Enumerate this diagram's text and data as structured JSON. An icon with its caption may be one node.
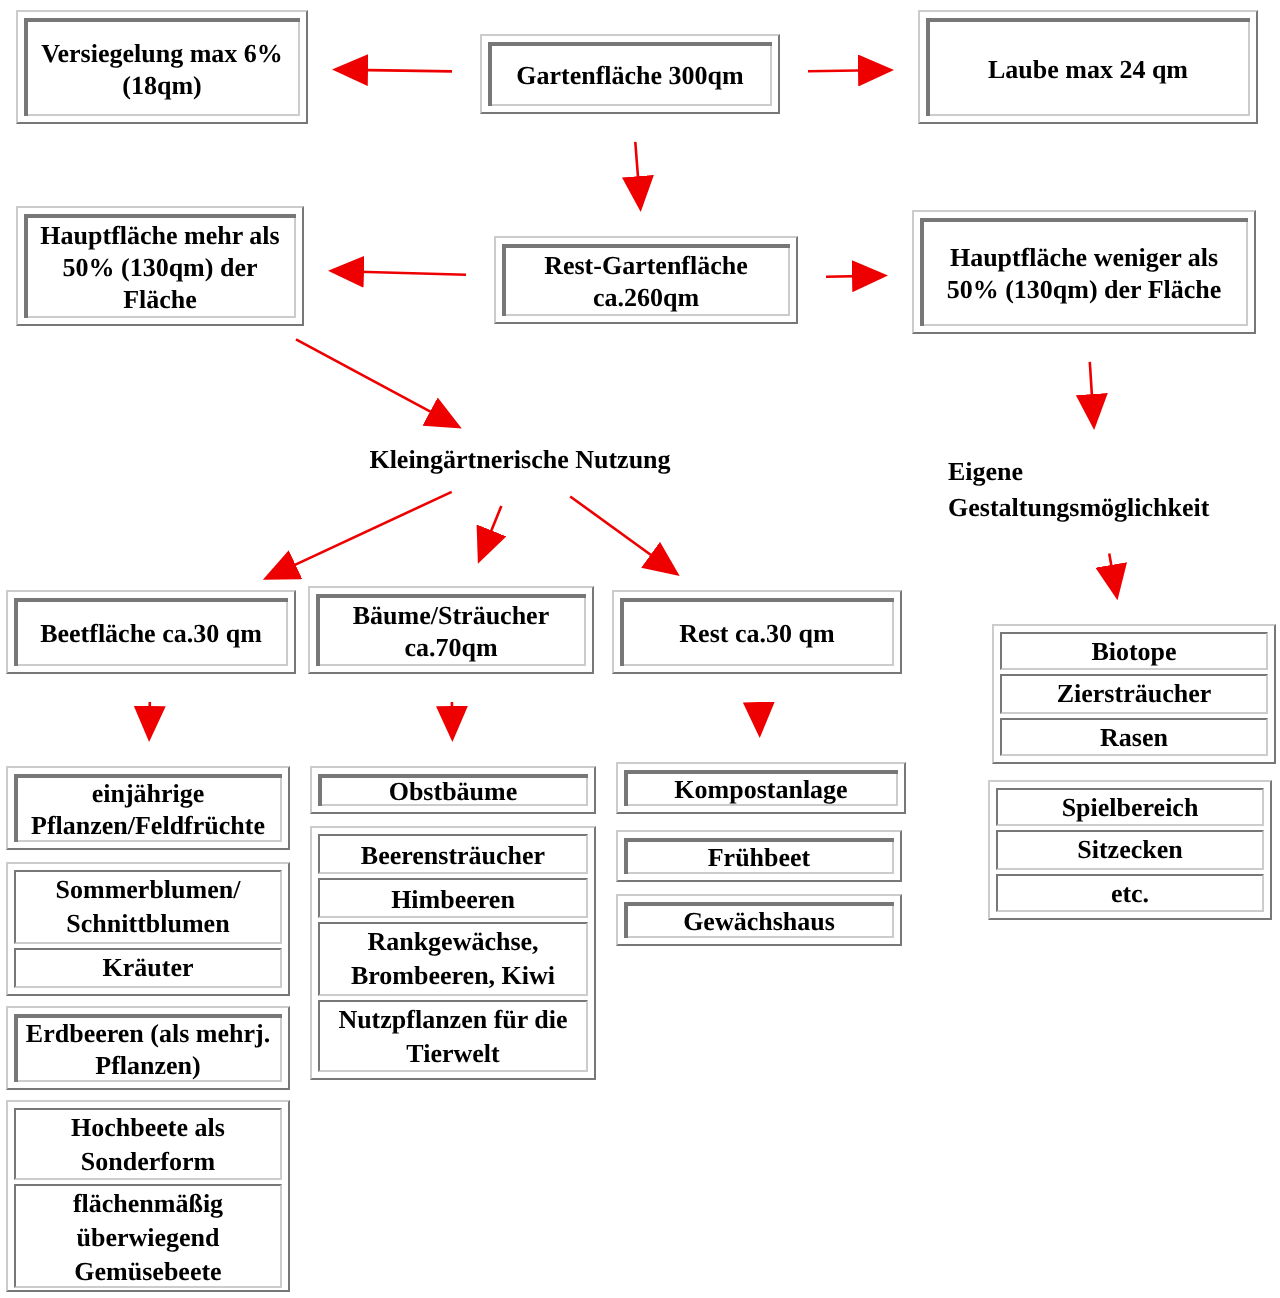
{
  "diagram": {
    "nodes": [
      {
        "text": [
          "Versiegelung max 6% (18qm)"
        ]
      },
      {
        "text": [
          "Gartenfläche 300qm"
        ]
      },
      {
        "text": [
          "Laube max 24 qm"
        ]
      },
      {
        "text": [
          "Hauptfläche mehr als 50% (130qm) der Fläche"
        ]
      },
      {
        "text": [
          "Rest-Gartenfläche ca.260qm"
        ]
      },
      {
        "text": [
          "Hauptfläche weniger als 50% (130qm) der Fläche"
        ]
      },
      {
        "text": [
          "Kleingärtnerische Nutzung"
        ]
      },
      {
        "text": [
          "Eigene Gestaltungsmöglichkeit"
        ]
      },
      {
        "text": [
          "Beetfläche ca.30 qm"
        ]
      },
      {
        "text": [
          "Bäume/Sträucher ca.70qm"
        ]
      },
      {
        "text": [
          "Rest ca.30 qm"
        ]
      },
      {
        "text": [
          "einjährige Pflanzen/Feldfrüchte"
        ]
      },
      {
        "text": [],
        "shape": "box"
      },
      {
        "text": [
          "Sommerblumen/ Schnittblumen"
        ],
        "in": 12
      },
      {
        "text": [
          "Kräuter"
        ],
        "in": 12
      },
      {
        "text": [
          "Erdbeeren (als mehrj. Pflanzen)"
        ]
      },
      {
        "text": [],
        "shape": "box"
      },
      {
        "text": [
          "Hochbeete als Sonderform"
        ],
        "in": 16
      },
      {
        "text": [
          "flächenmäßig überwiegend Gemüsebeete"
        ],
        "in": 16
      },
      {
        "text": [
          "Obstbäume"
        ]
      },
      {
        "text": [],
        "shape": "box"
      },
      {
        "text": [
          "Beerensträucher"
        ],
        "in": 20
      },
      {
        "text": [
          "Himbeeren"
        ],
        "in": 20
      },
      {
        "text": [
          "Rankgewächse, Brombeeren, Kiwi"
        ],
        "in": 20
      },
      {
        "text": [
          "Nutzpflanzen für die Tierwelt"
        ],
        "in": 20
      },
      {
        "text": [
          "Kompostanlage"
        ]
      },
      {
        "text": [
          "Frühbeet"
        ]
      },
      {
        "text": [
          "Gewächshaus"
        ]
      },
      {
        "text": [],
        "shape": "box"
      },
      {
        "text": [
          "Biotope"
        ],
        "in": 28
      },
      {
        "text": [
          "Ziersträucher"
        ],
        "in": 28
      },
      {
        "text": [
          "Rasen"
        ],
        "in": 28
      },
      {
        "text": [],
        "shape": "box"
      },
      {
        "text": [
          "Spielbereich"
        ],
        "in": 32
      },
      {
        "text": [
          "Sitzecken"
        ],
        "in": 32
      },
      {
        "text": [
          "etc."
        ],
        "in": 32
      }
    ],
    "edges": [
      {
        "from": 1,
        "to": 0,
        "arrow": "to"
      },
      {
        "from": 1,
        "to": 2,
        "arrow": "to"
      },
      {
        "from": 1,
        "to": 4,
        "arrow": "to"
      },
      {
        "from": 4,
        "to": 3,
        "arrow": "to"
      },
      {
        "from": 4,
        "to": 5,
        "arrow": "to"
      },
      {
        "from": 3,
        "to": 6,
        "arrow": "to"
      },
      {
        "from": 5,
        "to": 7,
        "arrow": "to"
      },
      {
        "from": 6,
        "to": 8,
        "arrow": "to"
      },
      {
        "from": 6,
        "to": 9,
        "arrow": "to"
      },
      {
        "from": 6,
        "to": 10,
        "arrow": "to"
      },
      {
        "from": 8,
        "to": 11,
        "arrow": "to"
      },
      {
        "from": 9,
        "to": 19,
        "arrow": "to"
      },
      {
        "from": 10,
        "to": 25,
        "arrow": "to"
      },
      {
        "from": 7,
        "to": 28,
        "arrow": "to"
      }
    ]
  }
}
